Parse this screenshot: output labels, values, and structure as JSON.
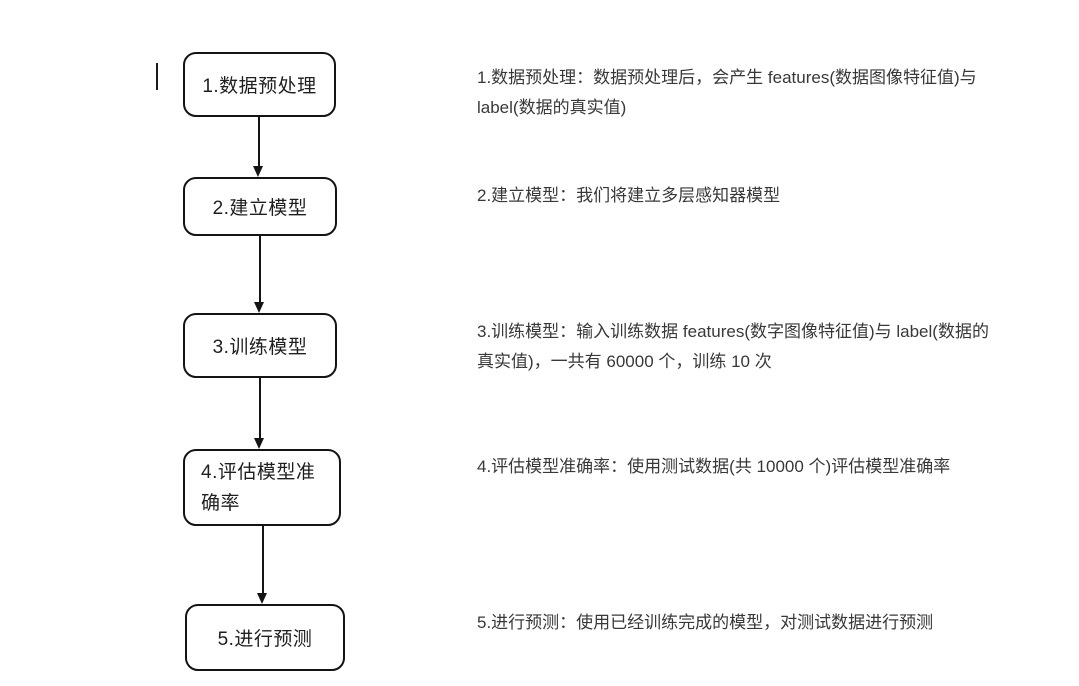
{
  "flowchart": {
    "boxes": [
      {
        "label": "1.数据预处理"
      },
      {
        "label": "2.建立模型"
      },
      {
        "label": "3.训练模型"
      },
      {
        "label": "4.评估模型准\n确率"
      },
      {
        "label": "5.进行预测"
      }
    ],
    "descriptions": [
      "1.数据预处理：数据预处理后，会产生 features(数据图像特征值)与\nlabel(数据的真实值)",
      "2.建立模型：我们将建立多层感知器模型",
      "3.训练模型：输入训练数据 features(数字图像特征值)与 label(数据的\n真实值)，一共有 60000 个，训练 10 次",
      "4.评估模型准确率：使用测试数据(共 10000 个)评估模型准确率",
      "5.进行预测：使用已经训练完成的模型，对测试数据进行预测"
    ],
    "colors": {
      "stroke": "#141414",
      "box_text": "#1f1f1f",
      "description_text": "#383838",
      "background": "#ffffff"
    }
  }
}
